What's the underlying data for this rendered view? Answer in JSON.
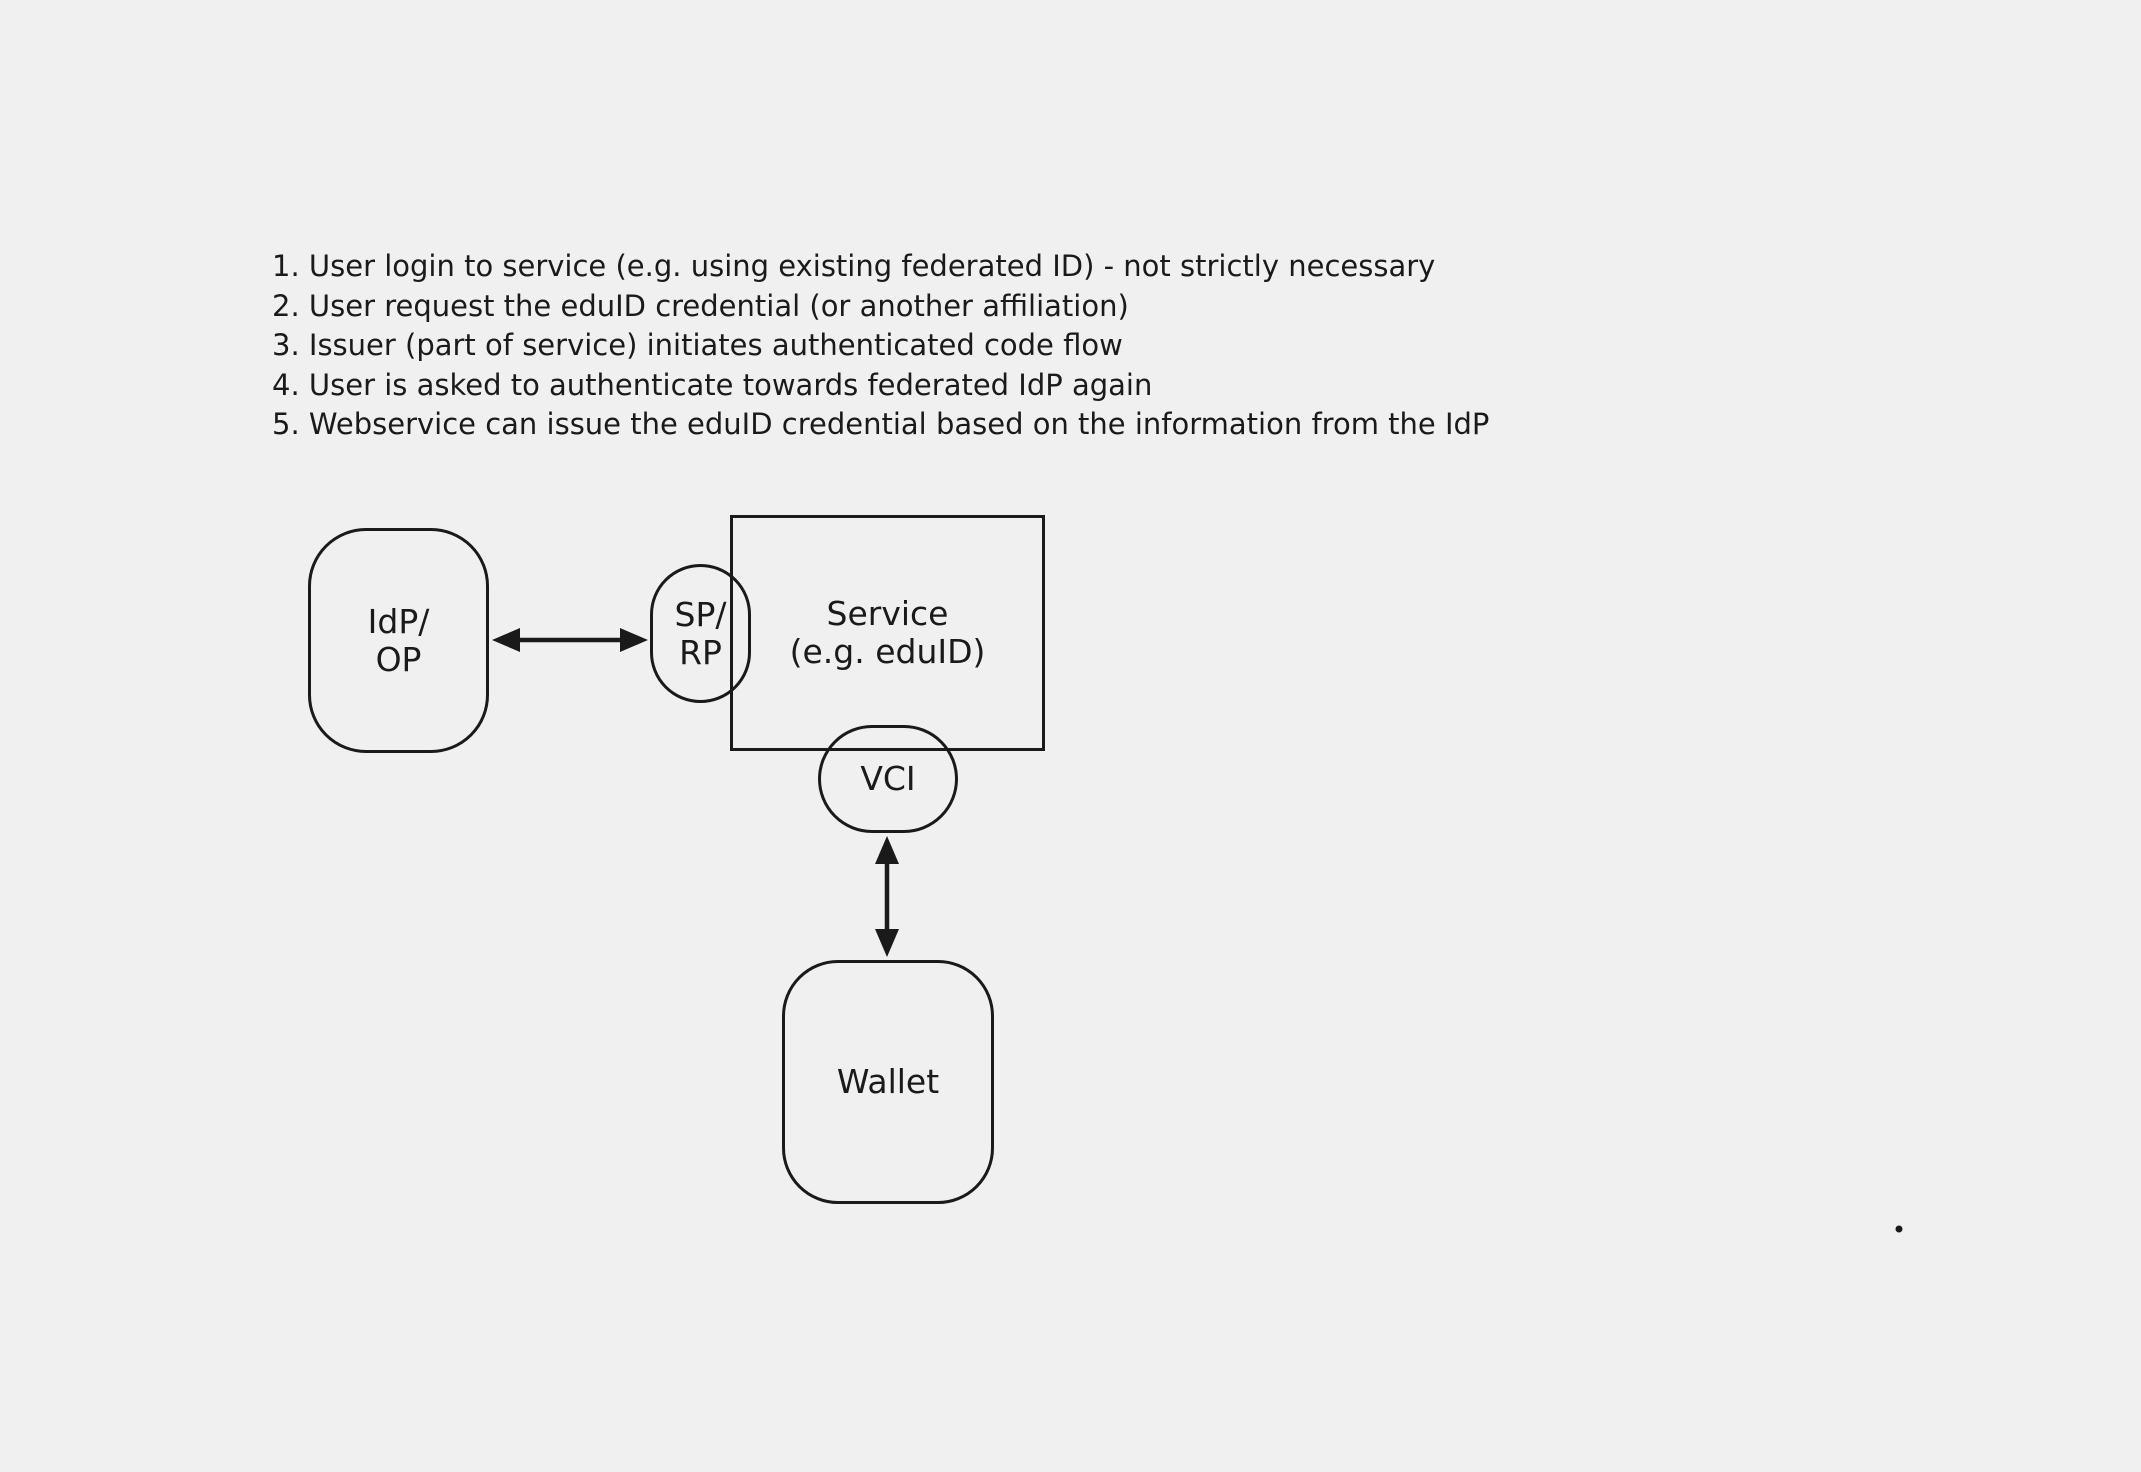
{
  "page": {
    "background_color": "#f0f0f0",
    "stroke_color": "#1a1a1a",
    "text_color": "#1a1a1a"
  },
  "notes": {
    "items": [
      "1. User login to service (e.g. using existing federated ID) - not strictly necessary",
      "2. User request the eduID credential (or another affiliation)",
      "3. Issuer (part of service) initiates authenticated code flow",
      "4. User is asked to authenticate towards federated IdP again",
      "5. Webservice can issue the eduID credential based on the information from the IdP"
    ]
  },
  "diagram": {
    "nodes": {
      "idp_op": {
        "line1": "IdP/",
        "line2": "OP",
        "shape": "rounded-rectangle"
      },
      "sp_rp": {
        "line1": "SP/",
        "line2": "RP",
        "shape": "ellipse"
      },
      "service": {
        "line1": "Service",
        "line2": "(e.g. eduID)",
        "shape": "rectangle"
      },
      "vci": {
        "label": "VCI",
        "shape": "ellipse"
      },
      "wallet": {
        "label": "Wallet",
        "shape": "rounded-rectangle"
      }
    },
    "connections": [
      {
        "from": "idp_op",
        "to": "sp_rp",
        "type": "double-arrow",
        "orientation": "horizontal"
      },
      {
        "from": "vci",
        "to": "wallet",
        "type": "double-arrow",
        "orientation": "vertical"
      }
    ]
  }
}
